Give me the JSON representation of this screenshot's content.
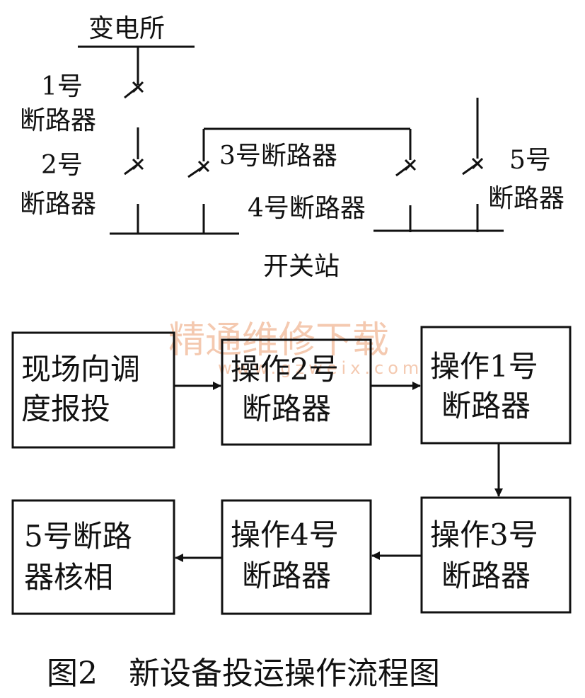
{
  "circuit": {
    "substation_label": "变电所",
    "breaker1_label": [
      "1号",
      "断路器"
    ],
    "breaker2_label": [
      "2号",
      "断路器"
    ],
    "breaker3_label": "3号断路器",
    "breaker4_label": "4号断路器",
    "breaker5_label": [
      "5号",
      "断路器"
    ],
    "switching_station_label": "开关站"
  },
  "watermark": {
    "text": "精通维修下载",
    "url": "www.gzweix.com"
  },
  "flowchart": {
    "steps": [
      {
        "id": "report",
        "lines": [
          "现场向调",
          "度报投"
        ]
      },
      {
        "id": "op2",
        "lines": [
          "操作2号",
          "断路器"
        ]
      },
      {
        "id": "op1",
        "lines": [
          "操作1号",
          "断路器"
        ]
      },
      {
        "id": "op3",
        "lines": [
          "操作3号",
          "断路器"
        ]
      },
      {
        "id": "op4",
        "lines": [
          "操作4号",
          "断路器"
        ]
      },
      {
        "id": "phase5",
        "lines": [
          "5号断路",
          "器核相"
        ]
      }
    ]
  },
  "caption": "图2　新设备投运操作流程图"
}
